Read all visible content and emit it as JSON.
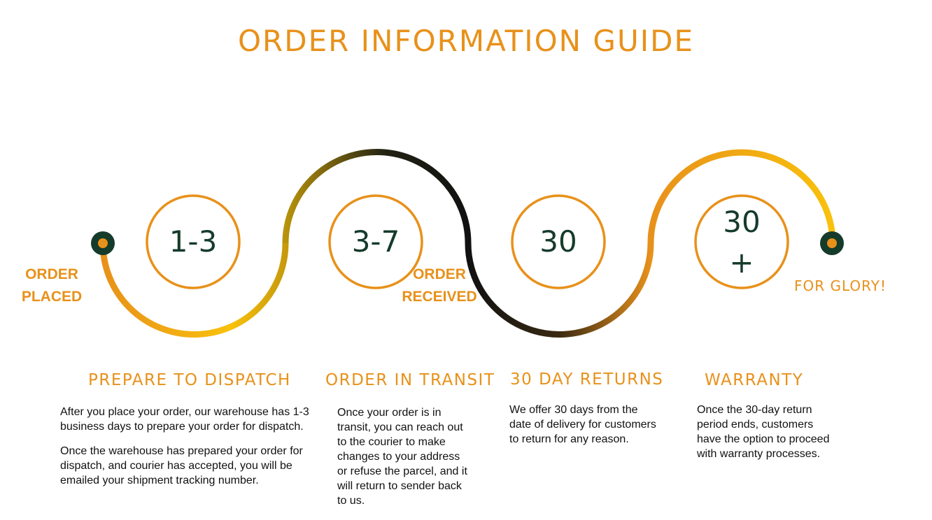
{
  "title": "ORDER INFORMATION GUIDE",
  "colors": {
    "accent": "#e8911a",
    "yellow": "#f9c10c",
    "dark": "#153b2b",
    "black": "#111111"
  },
  "milestones": {
    "start": [
      "ORDER",
      "PLACED"
    ],
    "middle": [
      "ORDER",
      "RECEIVED"
    ],
    "end": "FOR GLORY!"
  },
  "steps": [
    {
      "number": "1-3",
      "heading": "PREPARE TO DISPATCH",
      "paragraphs": [
        "After you place your order, our warehouse has 1-3 business days to prepare your order for dispatch.",
        "Once the warehouse has prepared your order for dispatch, and courier has accepted, you will be emailed your shipment tracking number."
      ]
    },
    {
      "number": "3-7",
      "heading": "ORDER IN TRANSIT",
      "paragraphs": [
        "Once your order is in transit, you can reach out to the courier to make changes to your address or refuse the parcel, and it will return to sender back to us."
      ]
    },
    {
      "number": "30",
      "heading": "30 DAY RETURNS",
      "paragraphs": [
        "We offer 30 days from the date of delivery for customers to return for any reason."
      ]
    },
    {
      "number_lines": [
        "30",
        "+"
      ],
      "heading": "WARRANTY",
      "paragraphs": [
        "Once the 30-day return period ends, customers have the option to proceed with warranty processes."
      ]
    }
  ]
}
